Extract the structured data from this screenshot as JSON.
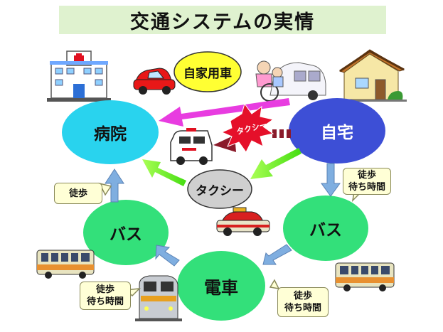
{
  "title": "交通システムの実情",
  "nodes": {
    "hospital": "病院",
    "home": "自宅",
    "private_car": "自家用車",
    "taxi": "タクシー",
    "bus_left": "バス",
    "bus_right": "バス",
    "train": "電車"
  },
  "ambulance_label": "タクシー",
  "callouts": {
    "walk_left": "徒歩",
    "home_bus": [
      "徒歩",
      "待ち時間"
    ],
    "train_left": [
      "徒歩",
      "待ち時間"
    ],
    "train_right": [
      "徒歩",
      "待ち時間"
    ]
  },
  "colors": {
    "title_bg": "#dff2cf",
    "cyan_node": "#29d3ee",
    "home_node": "#3d4fd6",
    "green_node": "#33e07a",
    "taxi_node": "#cfcfcf",
    "private_car_node": "#ffff33",
    "magenta_arrow": "#e83ce0",
    "green_arrow": "#66ee22",
    "blue_arrow": "#7faee0",
    "red_burst": "#e5102a"
  },
  "icons": [
    "hospital-icon",
    "car-icon",
    "wheelchair-van-icon",
    "house-icon",
    "ambulance-icon",
    "taxi-icon",
    "bus-icon",
    "train-icon"
  ]
}
